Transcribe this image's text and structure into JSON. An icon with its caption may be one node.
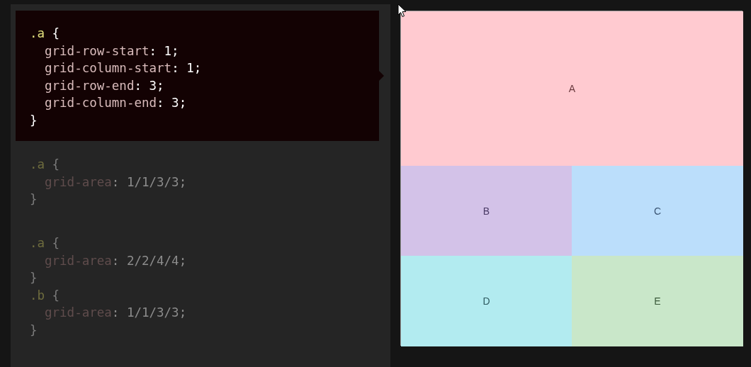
{
  "diagram": {
    "nodes": [
      {
        "text": [
          ".a {",
          "grid-row-start: 1;",
          "grid-column-start: 1;",
          "grid-row-end: 3;",
          "grid-column-end: 3;",
          "}"
        ]
      },
      {
        "text": [],
        "shape": "box"
      },
      {
        "text": [
          "A"
        ],
        "in": 1
      },
      {
        "text": [
          "B"
        ],
        "in": 1
      },
      {
        "text": [
          "C"
        ],
        "in": 1
      },
      {
        "text": [
          "D"
        ],
        "in": 1
      },
      {
        "text": [
          "E"
        ],
        "in": 1
      }
    ],
    "labels": [
      ".a {",
      "grid-area: 1/1/3/3;",
      "}",
      ".a {",
      "grid-area: 2/2/4/4;",
      "}",
      ".b {",
      "grid-area: 1/1/3/3;",
      "}"
    ]
  }
}
